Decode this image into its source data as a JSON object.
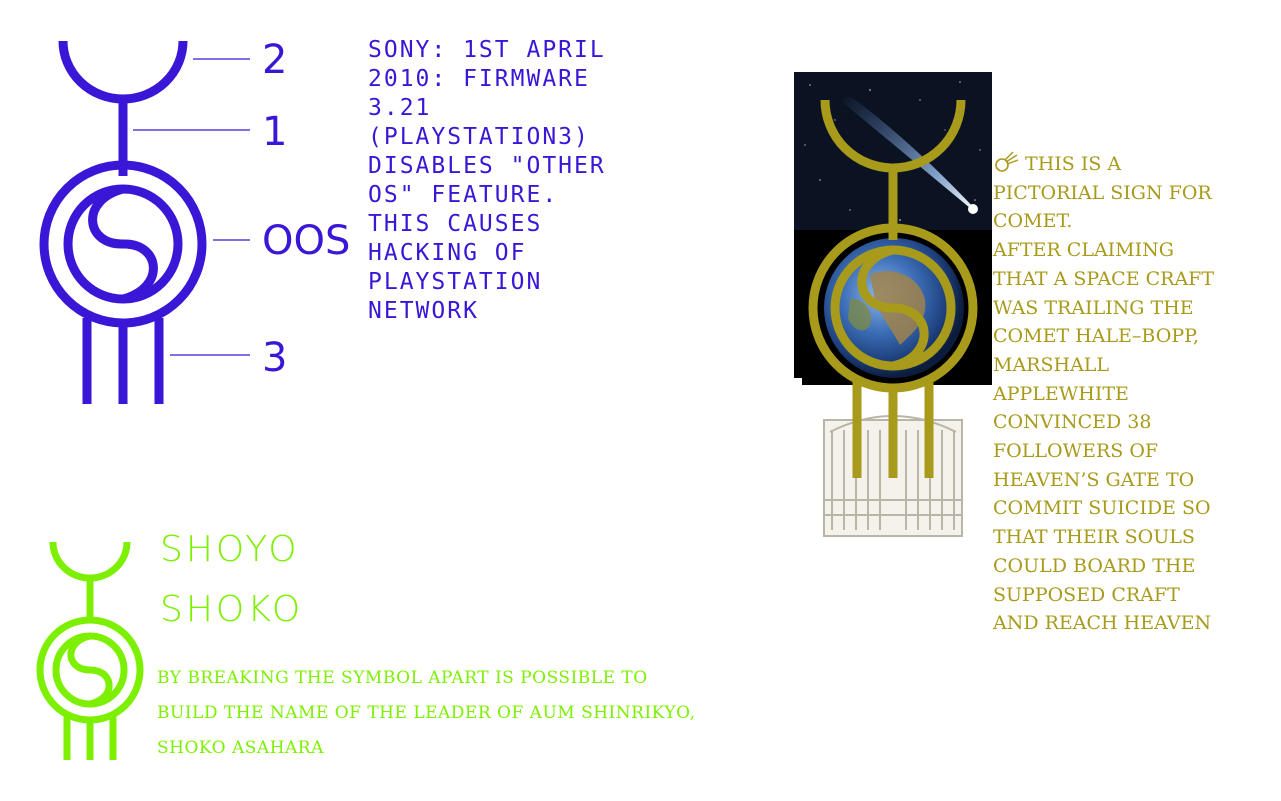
{
  "blue_diagram": {
    "labels": [
      "2",
      "1",
      "OOS",
      "3"
    ],
    "color": "#3a16d6"
  },
  "sony_note": {
    "lines": [
      "SONY: 1ST APRIL",
      "2010: FIRMWARE",
      "3.21",
      "(PLAYSTATION3)",
      "DISABLES \"OTHER",
      "OS\" FEATURE.",
      "THIS CAUSES",
      "HACKING OF",
      "PLAYSTATION",
      "NETWORK"
    ]
  },
  "comet_note": {
    "icon": "comet-icon",
    "lines": [
      "THIS IS A",
      "PICTORIAL SIGN FOR",
      "COMET.",
      "AFTER CLAIMING",
      "THAT A SPACE CRAFT",
      "WAS TRAILING THE",
      "COMET HALE–BOPP,",
      "MARSHALL",
      "APPLEWHITE",
      "CONVINCED 38",
      "FOLLOWERS OF",
      "HEAVEN’S GATE TO",
      "COMMIT SUICIDE SO",
      "THAT THEIR SOULS",
      "COULD BOARD THE",
      "SUPPOSED CRAFT",
      "AND REACH HEAVEN"
    ],
    "color": "#a89a1a"
  },
  "green_section": {
    "name_lines": [
      "SHOYO",
      "SHOKO"
    ],
    "caption_lines": [
      "BY BREAKING THE SYMBOL APART IS POSSIBLE TO",
      "BUILD THE NAME OF THE LEADER OF AUM SHINRIKYO,",
      "SHOKO ASAHARA"
    ],
    "color": "#7cf000"
  }
}
